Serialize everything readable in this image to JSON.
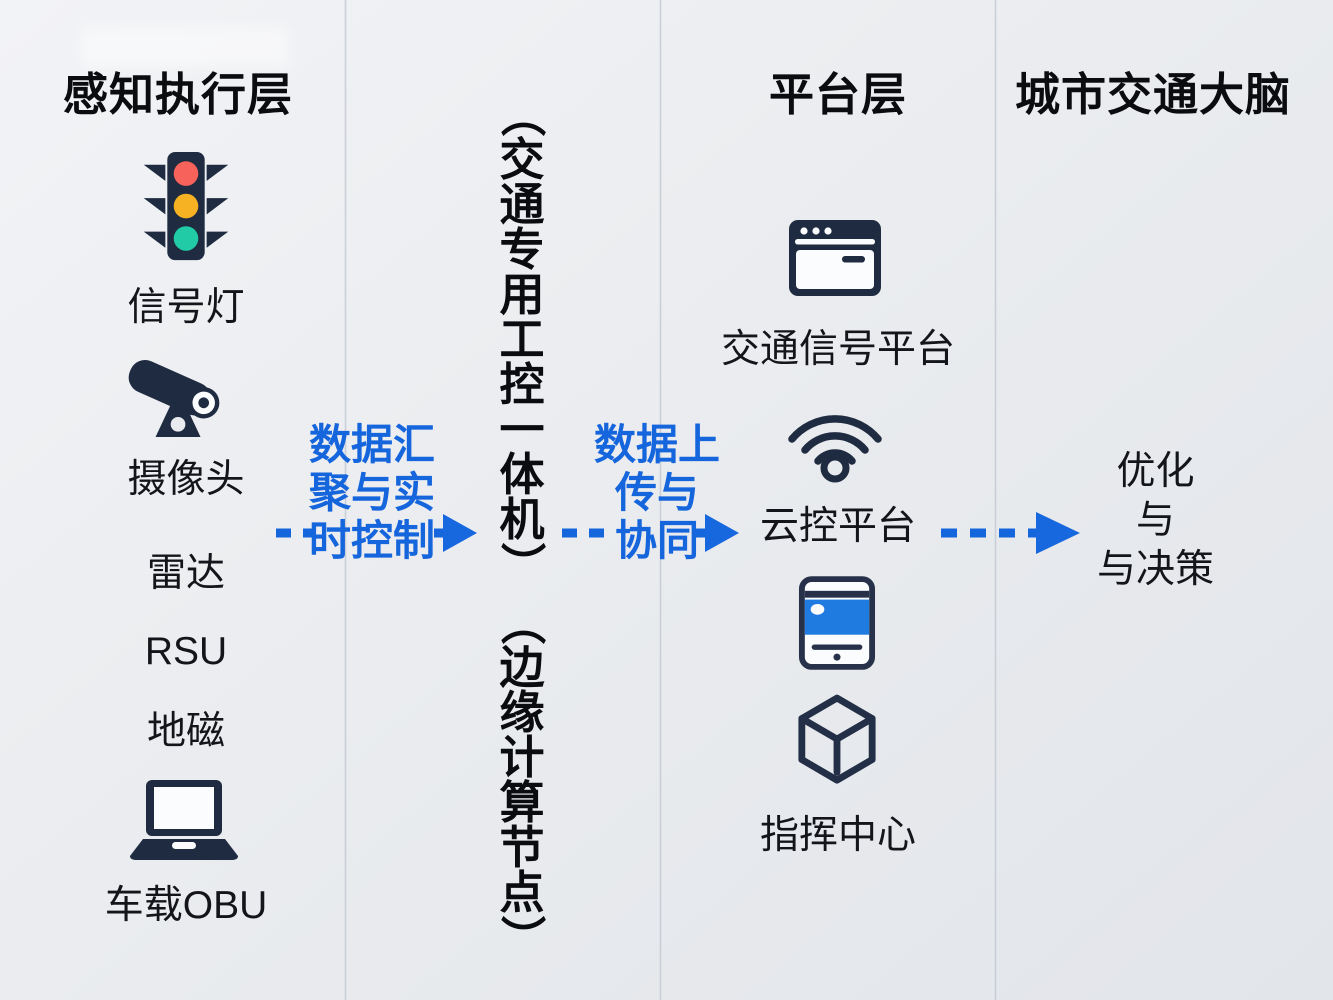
{
  "palette": {
    "accent_blue": "#1565DC",
    "icon_navy": "#1F2B40",
    "server_screen_blue": "#1F7BE0",
    "traffic_light_red": "#F7625A",
    "traffic_light_amber": "#F6B222",
    "traffic_light_teal": "#21CBA6",
    "background": "#E9EBEE",
    "divider_line": "#C4CAD4",
    "text_black": "#101114"
  },
  "perception_layer": {
    "title": "感知执行层",
    "devices": [
      {
        "icon": "traffic-light-icon",
        "label": "信号灯"
      },
      {
        "icon": "cctv-camera-icon",
        "label": "摄像头"
      },
      {
        "icon": null,
        "label": "雷达"
      },
      {
        "icon": null,
        "label": "RSU"
      },
      {
        "icon": null,
        "label": "地磁"
      },
      {
        "icon": "laptop-icon",
        "label": "车载OBU"
      }
    ]
  },
  "edge_node": {
    "vertical_label_1": "（交通专用工控一体机）",
    "vertical_label_2": "（边缘计算节点）"
  },
  "flows": [
    {
      "label_lines": [
        "数据汇",
        "聚与实",
        "时控制"
      ],
      "direction": "right"
    },
    {
      "label_lines": [
        "数据上",
        "传与",
        "协同"
      ],
      "direction": "right"
    },
    {
      "label_lines": [],
      "direction": "right"
    }
  ],
  "platform_layer": {
    "title": "平台层",
    "systems": [
      {
        "icon": "browser-window-icon",
        "label": "交通信号平台"
      },
      {
        "icon": "wifi-icon",
        "label": "云控平台"
      },
      {
        "icons": [
          "server-tower-icon",
          "cube-icon"
        ],
        "label": "指挥中心"
      }
    ]
  },
  "brain_layer": {
    "title": "城市交通大脑",
    "lines": [
      "优化",
      "与",
      "与决策"
    ]
  }
}
